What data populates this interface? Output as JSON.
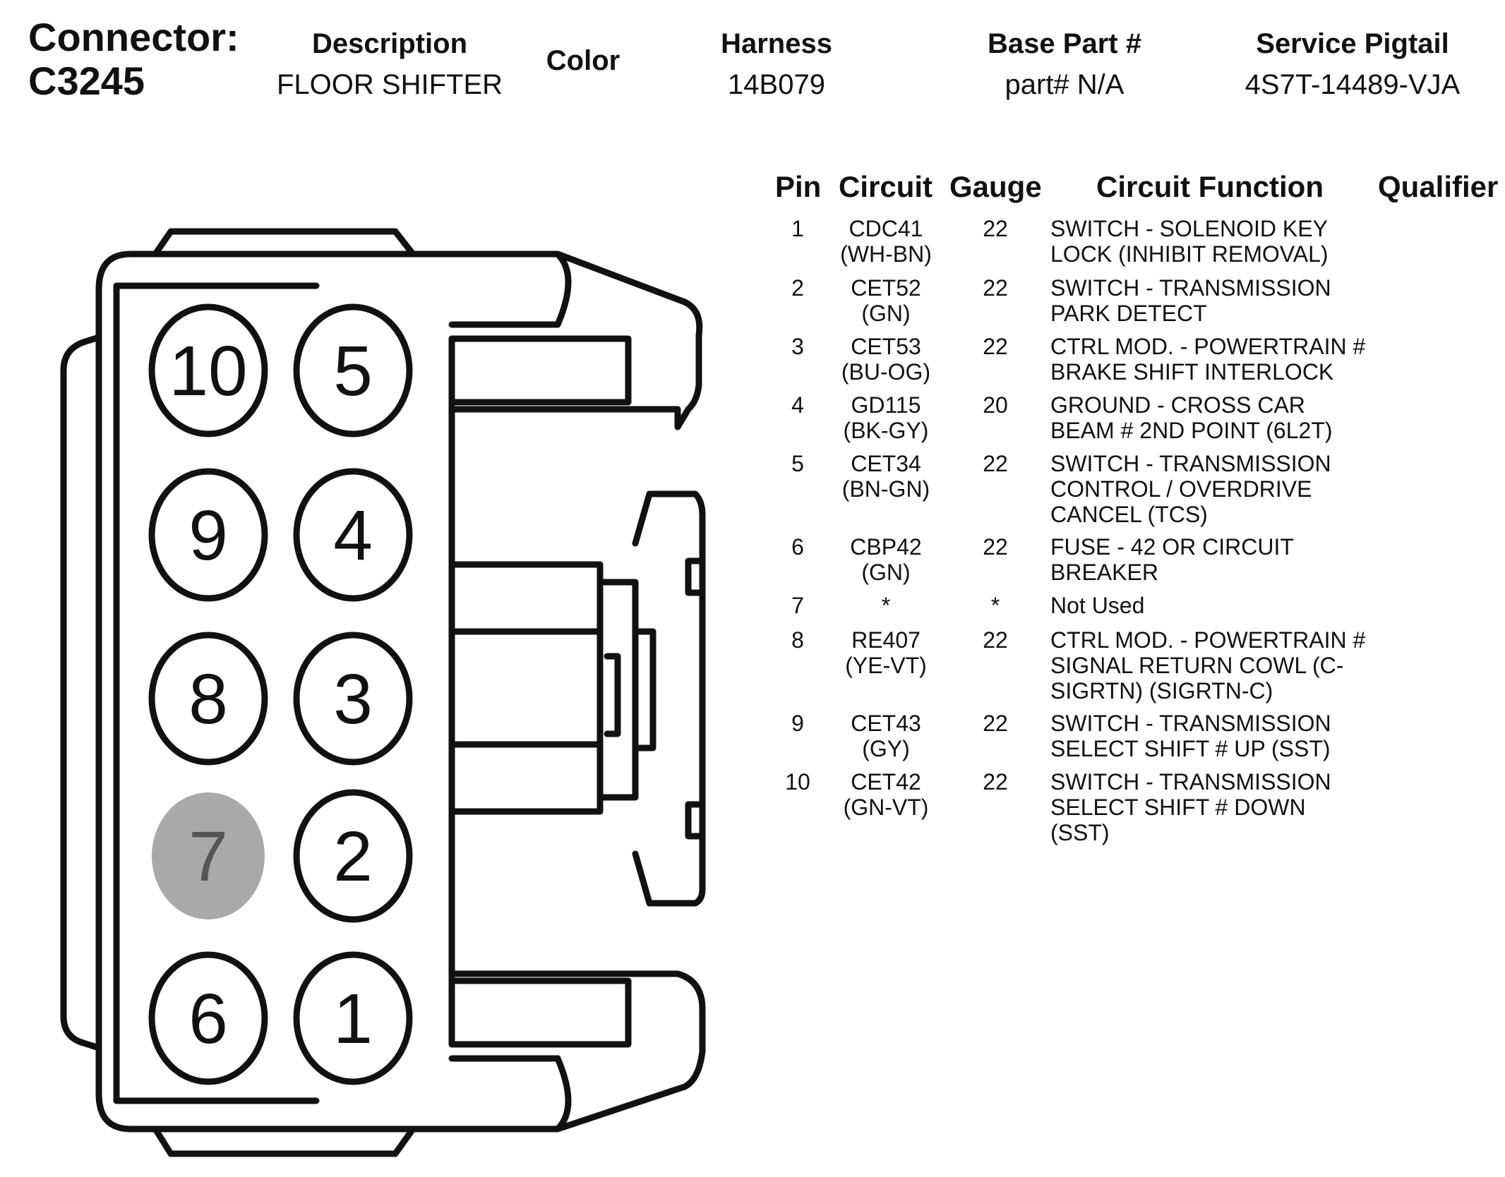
{
  "header": {
    "connector_label": "Connector:",
    "connector_id": "C3245",
    "columns": [
      {
        "label": "Description",
        "value": "FLOOR SHIFTER"
      },
      {
        "label": "Color",
        "value": ""
      },
      {
        "label": "Harness",
        "value": "14B079"
      },
      {
        "label": "Base Part #",
        "value": "part# N/A"
      },
      {
        "label": "Service Pigtail",
        "value": "4S7T-14489-VJA"
      }
    ]
  },
  "table": {
    "headers": {
      "pin": "Pin",
      "circuit": "Circuit",
      "gauge": "Gauge",
      "function": "Circuit Function",
      "qualifier": "Qualifier"
    },
    "rows": [
      {
        "pin": "1",
        "circuit": "CDC41",
        "color": "(WH-BN)",
        "gauge": "22",
        "function": [
          "SWITCH - SOLENOID KEY",
          "LOCK (INHIBIT REMOVAL)"
        ]
      },
      {
        "pin": "2",
        "circuit": "CET52",
        "color": "(GN)",
        "gauge": "22",
        "function": [
          "SWITCH - TRANSMISSION",
          "PARK DETECT"
        ]
      },
      {
        "pin": "3",
        "circuit": "CET53",
        "color": "(BU-OG)",
        "gauge": "22",
        "function": [
          "CTRL MOD. - POWERTRAIN #",
          "BRAKE SHIFT INTERLOCK"
        ]
      },
      {
        "pin": "4",
        "circuit": "GD115",
        "color": "(BK-GY)",
        "gauge": "20",
        "function": [
          "GROUND - CROSS CAR",
          "BEAM # 2ND POINT (6L2T)"
        ]
      },
      {
        "pin": "5",
        "circuit": "CET34",
        "color": "(BN-GN)",
        "gauge": "22",
        "function": [
          "SWITCH - TRANSMISSION",
          "CONTROL / OVERDRIVE",
          "CANCEL (TCS)"
        ]
      },
      {
        "pin": "6",
        "circuit": "CBP42",
        "color": "(GN)",
        "gauge": "22",
        "function": [
          "FUSE - 42 OR CIRCUIT",
          "BREAKER"
        ]
      },
      {
        "pin": "7",
        "circuit": "*",
        "color": "",
        "gauge": "*",
        "function": [
          "Not Used"
        ]
      },
      {
        "pin": "8",
        "circuit": "RE407",
        "color": "(YE-VT)",
        "gauge": "22",
        "function": [
          "CTRL MOD. - POWERTRAIN #",
          "SIGNAL RETURN COWL (C-",
          "SIGRTN) (SIGRTN-C)"
        ]
      },
      {
        "pin": "9",
        "circuit": "CET43",
        "color": "(GY)",
        "gauge": "22",
        "function": [
          "SWITCH - TRANSMISSION",
          "SELECT SHIFT # UP (SST)"
        ]
      },
      {
        "pin": "10",
        "circuit": "CET42",
        "color": "(GN-VT)",
        "gauge": "22",
        "function": [
          "SWITCH - TRANSMISSION",
          "SELECT SHIFT # DOWN",
          "(SST)"
        ]
      }
    ]
  },
  "connector_face": {
    "pins": [
      {
        "label": "10",
        "used": true
      },
      {
        "label": "5",
        "used": true
      },
      {
        "label": "9",
        "used": true
      },
      {
        "label": "4",
        "used": true
      },
      {
        "label": "8",
        "used": true
      },
      {
        "label": "3",
        "used": true
      },
      {
        "label": "7",
        "used": false
      },
      {
        "label": "2",
        "used": true
      },
      {
        "label": "6",
        "used": true
      },
      {
        "label": "1",
        "used": true
      }
    ],
    "colors": {
      "outline": "#111111",
      "unused_fill": "#a9a9a9",
      "unused_text": "#555555",
      "used_fill": "#ffffff"
    }
  }
}
